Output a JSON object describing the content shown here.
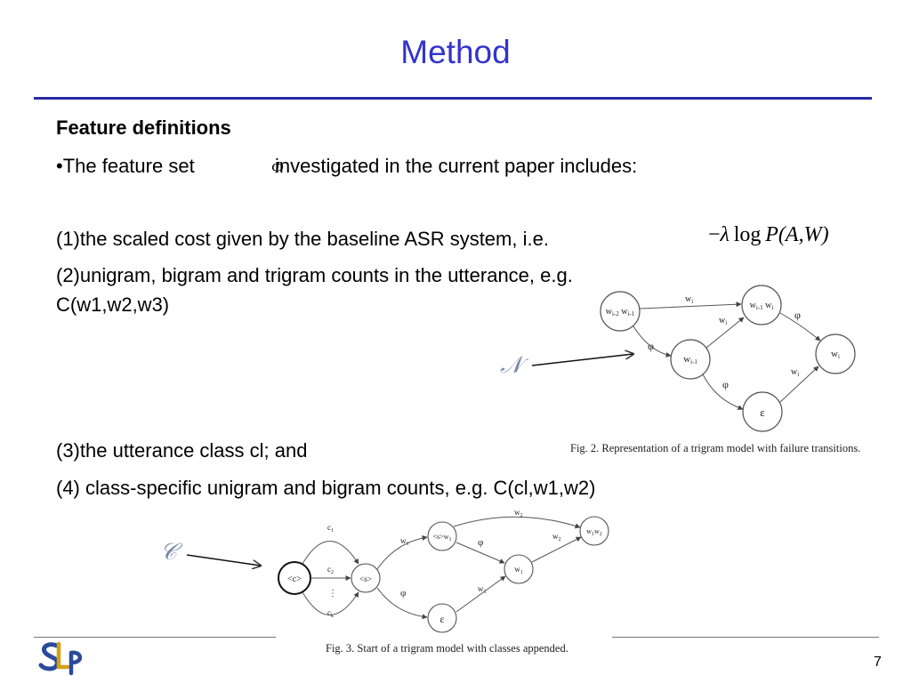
{
  "slide": {
    "title": "Method",
    "heading": "Feature definitions",
    "bullet_prefix": "•The feature set",
    "bullet_symbol": "Φ",
    "bullet_suffix": "investigated in the current paper includes:",
    "item1": "(1)the scaled cost given by the baseline ASR system, i.e.",
    "item2_line1": "(2)unigram, bigram and trigram counts in the utterance, e.g.",
    "item2_line2": "C(w1,w2,w3)",
    "item3": "(3)the utterance class cl; and",
    "item4": "(4) class-specific unigram and bigram counts, e.g. C(cl,w1,w2)",
    "page_number": "7"
  },
  "formula": {
    "neg": "−",
    "lambda": "λ",
    "log": "log",
    "p": "P",
    "args": "(A,W)"
  },
  "figure2": {
    "symbol": "𝒩",
    "caption": "Fig. 2. Representation of a trigram model with failure transitions.",
    "nodes": {
      "n1_main": "w",
      "n1_sub_a": "i-2",
      "n1_mid": " w",
      "n1_sub_b": "i-1",
      "n2_main": "w",
      "n2_sub_a": "i-1",
      "n2_mid": " w",
      "n2_sub_b": "i",
      "n3_main": "w",
      "n3_sub": "i-1",
      "n4_main": "w",
      "n4_sub": "i",
      "n5": "ε"
    },
    "edges": {
      "e1": "w",
      "e1_sub": "i",
      "e2": "w",
      "e2_sub": "i",
      "e3": "w",
      "e3_sub": "i",
      "phi": "φ"
    }
  },
  "figure3": {
    "symbol": "𝒞",
    "caption": "Fig. 3. Start of a trigram model with classes appended.",
    "nodes": {
      "c": "<c>",
      "s": "<s>",
      "sw_main": "<s>w",
      "sw_sub": "1",
      "w1_main": "w",
      "w1_sub": "1",
      "w1w2_a": "w",
      "w1w2_sa": "1",
      "w1w2_b": "w",
      "w1w2_sb": "2",
      "eps": "ε"
    },
    "edges": {
      "c1": "c",
      "c1_sub": "1",
      "c2": "c",
      "c2_sub": "2",
      "dots": "⋮",
      "ck": "c",
      "ck_sub": "k",
      "w1": "w",
      "w1_sub": "1",
      "w2": "w",
      "w2_sub": "2",
      "phi": "φ"
    }
  }
}
